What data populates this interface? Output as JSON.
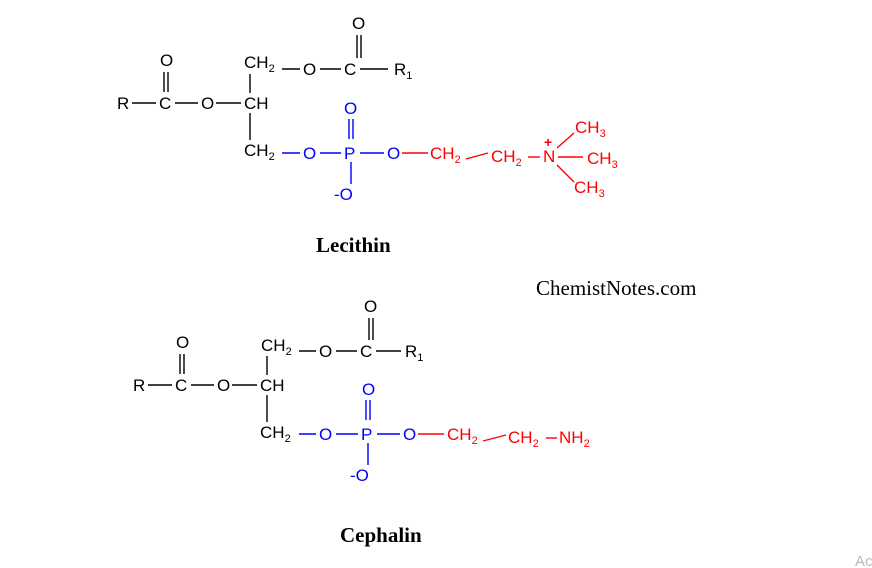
{
  "colors": {
    "backbone": "#000000",
    "phosphate": "#0000ff",
    "head_group": "#ff0000"
  },
  "site_label": "ChemistNotes.com",
  "corner_text": "Ac",
  "lecithin": {
    "caption": "Lecithin",
    "r": "R",
    "r1_base": "R",
    "r1_sub": "1",
    "o": "O",
    "c": "C",
    "ch": "CH",
    "ch2_base": "CH",
    "ch2_sub": "2",
    "p": "P",
    "o_minus": "-O",
    "n": "N",
    "plus": "+",
    "ch3_base": "CH",
    "ch3_sub": "3"
  },
  "cephalin": {
    "caption": "Cephalin",
    "r": "R",
    "r1_base": "R",
    "r1_sub": "1",
    "o": "O",
    "c": "C",
    "ch": "CH",
    "ch2_base": "CH",
    "ch2_sub": "2",
    "p": "P",
    "o_minus": "-O",
    "nh2_base": "NH",
    "nh2_sub": "2"
  }
}
